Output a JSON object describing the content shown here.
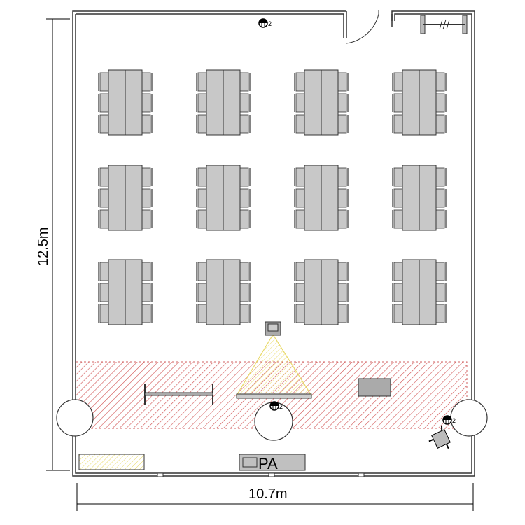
{
  "dimensions": {
    "height_label": "12.5m",
    "width_label": "10.7m"
  },
  "equipment": {
    "pa_label": "PA",
    "outlet_count_label": "2"
  },
  "layout": {
    "table_rows": 3,
    "table_cols": 4,
    "chairs_per_side": 3
  },
  "colors": {
    "table": "#c8c8c8",
    "stage_hatch": "#d04040",
    "projection": "#f0e060",
    "wall": "#333333"
  }
}
